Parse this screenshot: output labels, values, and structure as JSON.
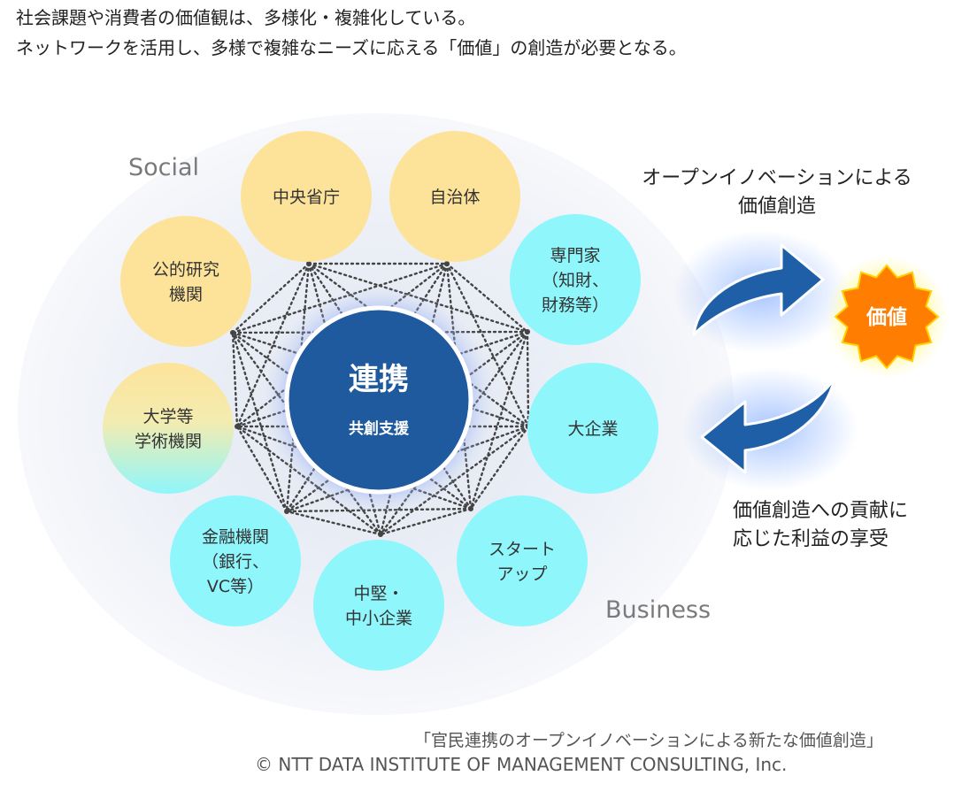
{
  "header": {
    "line1": "社会課題や消費者の価値観は、多様化・複雑化している。",
    "line2": "ネットワークを活用し、多様で複雑なニーズに応える「価値」の創造が必要となる。"
  },
  "diagram": {
    "social_label": "Social",
    "business_label": "Business",
    "center": {
      "title": "連携",
      "subtitle": "共創支援"
    },
    "nodes": [
      {
        "lines": [
          "中央省庁"
        ]
      },
      {
        "lines": [
          "自治体"
        ]
      },
      {
        "lines": [
          "専門家",
          "（知財、",
          "財務等）"
        ]
      },
      {
        "lines": [
          "大企業"
        ]
      },
      {
        "lines": [
          "スタート",
          "アップ"
        ]
      },
      {
        "lines": [
          "中堅・",
          "中小企業"
        ]
      },
      {
        "lines": [
          "金融機関",
          "（銀行、",
          "VC等）"
        ]
      },
      {
        "lines": [
          "大学等",
          "学術機関"
        ]
      },
      {
        "lines": [
          "公的研究",
          "機関"
        ]
      }
    ],
    "arrow_top_label": [
      "オープンイノベーションによる",
      "価値創造"
    ],
    "value_badge": "価値",
    "arrow_bottom_label": [
      "価値創造への貢献に",
      "応じた利益の享受"
    ]
  },
  "footer": {
    "title": "「官民連携のオープンイノベーションによる新たな価値創造」",
    "copyright": "©  NTT DATA INSTITUTE OF MANAGEMENT CONSULTING, Inc."
  },
  "colors": {
    "yellow_node": "#fde39a",
    "cyan_node": "#8ff6fb",
    "center": "#1f5a9e",
    "arrow": "#1f5fa8",
    "badge": "#ff7d00"
  }
}
